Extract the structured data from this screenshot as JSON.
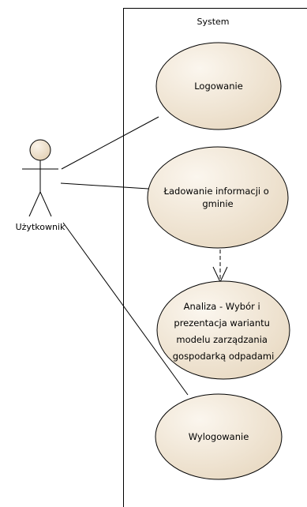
{
  "system": {
    "title": "System"
  },
  "actor": {
    "name": "Użytkownik"
  },
  "use_cases": [
    {
      "id": "uc1",
      "lines": [
        "Logowanie"
      ]
    },
    {
      "id": "uc2",
      "lines": [
        "Ładowanie informacji o",
        "gminie"
      ]
    },
    {
      "id": "uc3",
      "lines": [
        "Analiza - Wybór i",
        "prezentacja wariantu",
        "modelu zarządzania",
        "gospodarką odpadami"
      ]
    },
    {
      "id": "uc4",
      "lines": [
        "Wylogowanie"
      ]
    }
  ],
  "colors": {
    "use_case_fill": "#f0e6d6",
    "use_case_stroke": "#000000",
    "actor_fill": "#eedfc8",
    "line": "#000000",
    "background": "#ffffff"
  }
}
